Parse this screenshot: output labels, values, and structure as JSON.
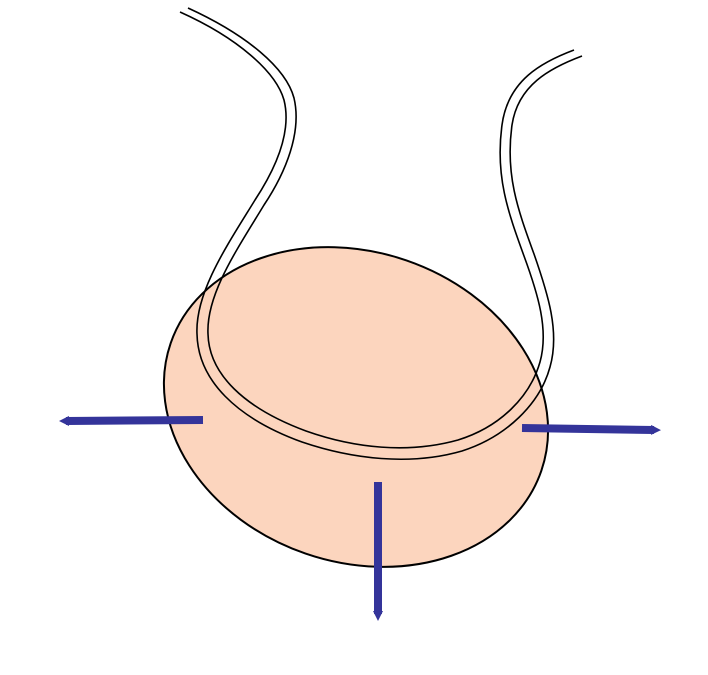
{
  "diagram": {
    "colors": {
      "background": "#ffffff",
      "disc_fill": "#fcd5be",
      "outline": "#000000",
      "arrow": "#34349a",
      "wire_fill": "#ffffff"
    },
    "parts": {
      "disc": "ellipse",
      "loop": "double-line-loop",
      "arrows": [
        "left",
        "right",
        "down"
      ]
    }
  }
}
